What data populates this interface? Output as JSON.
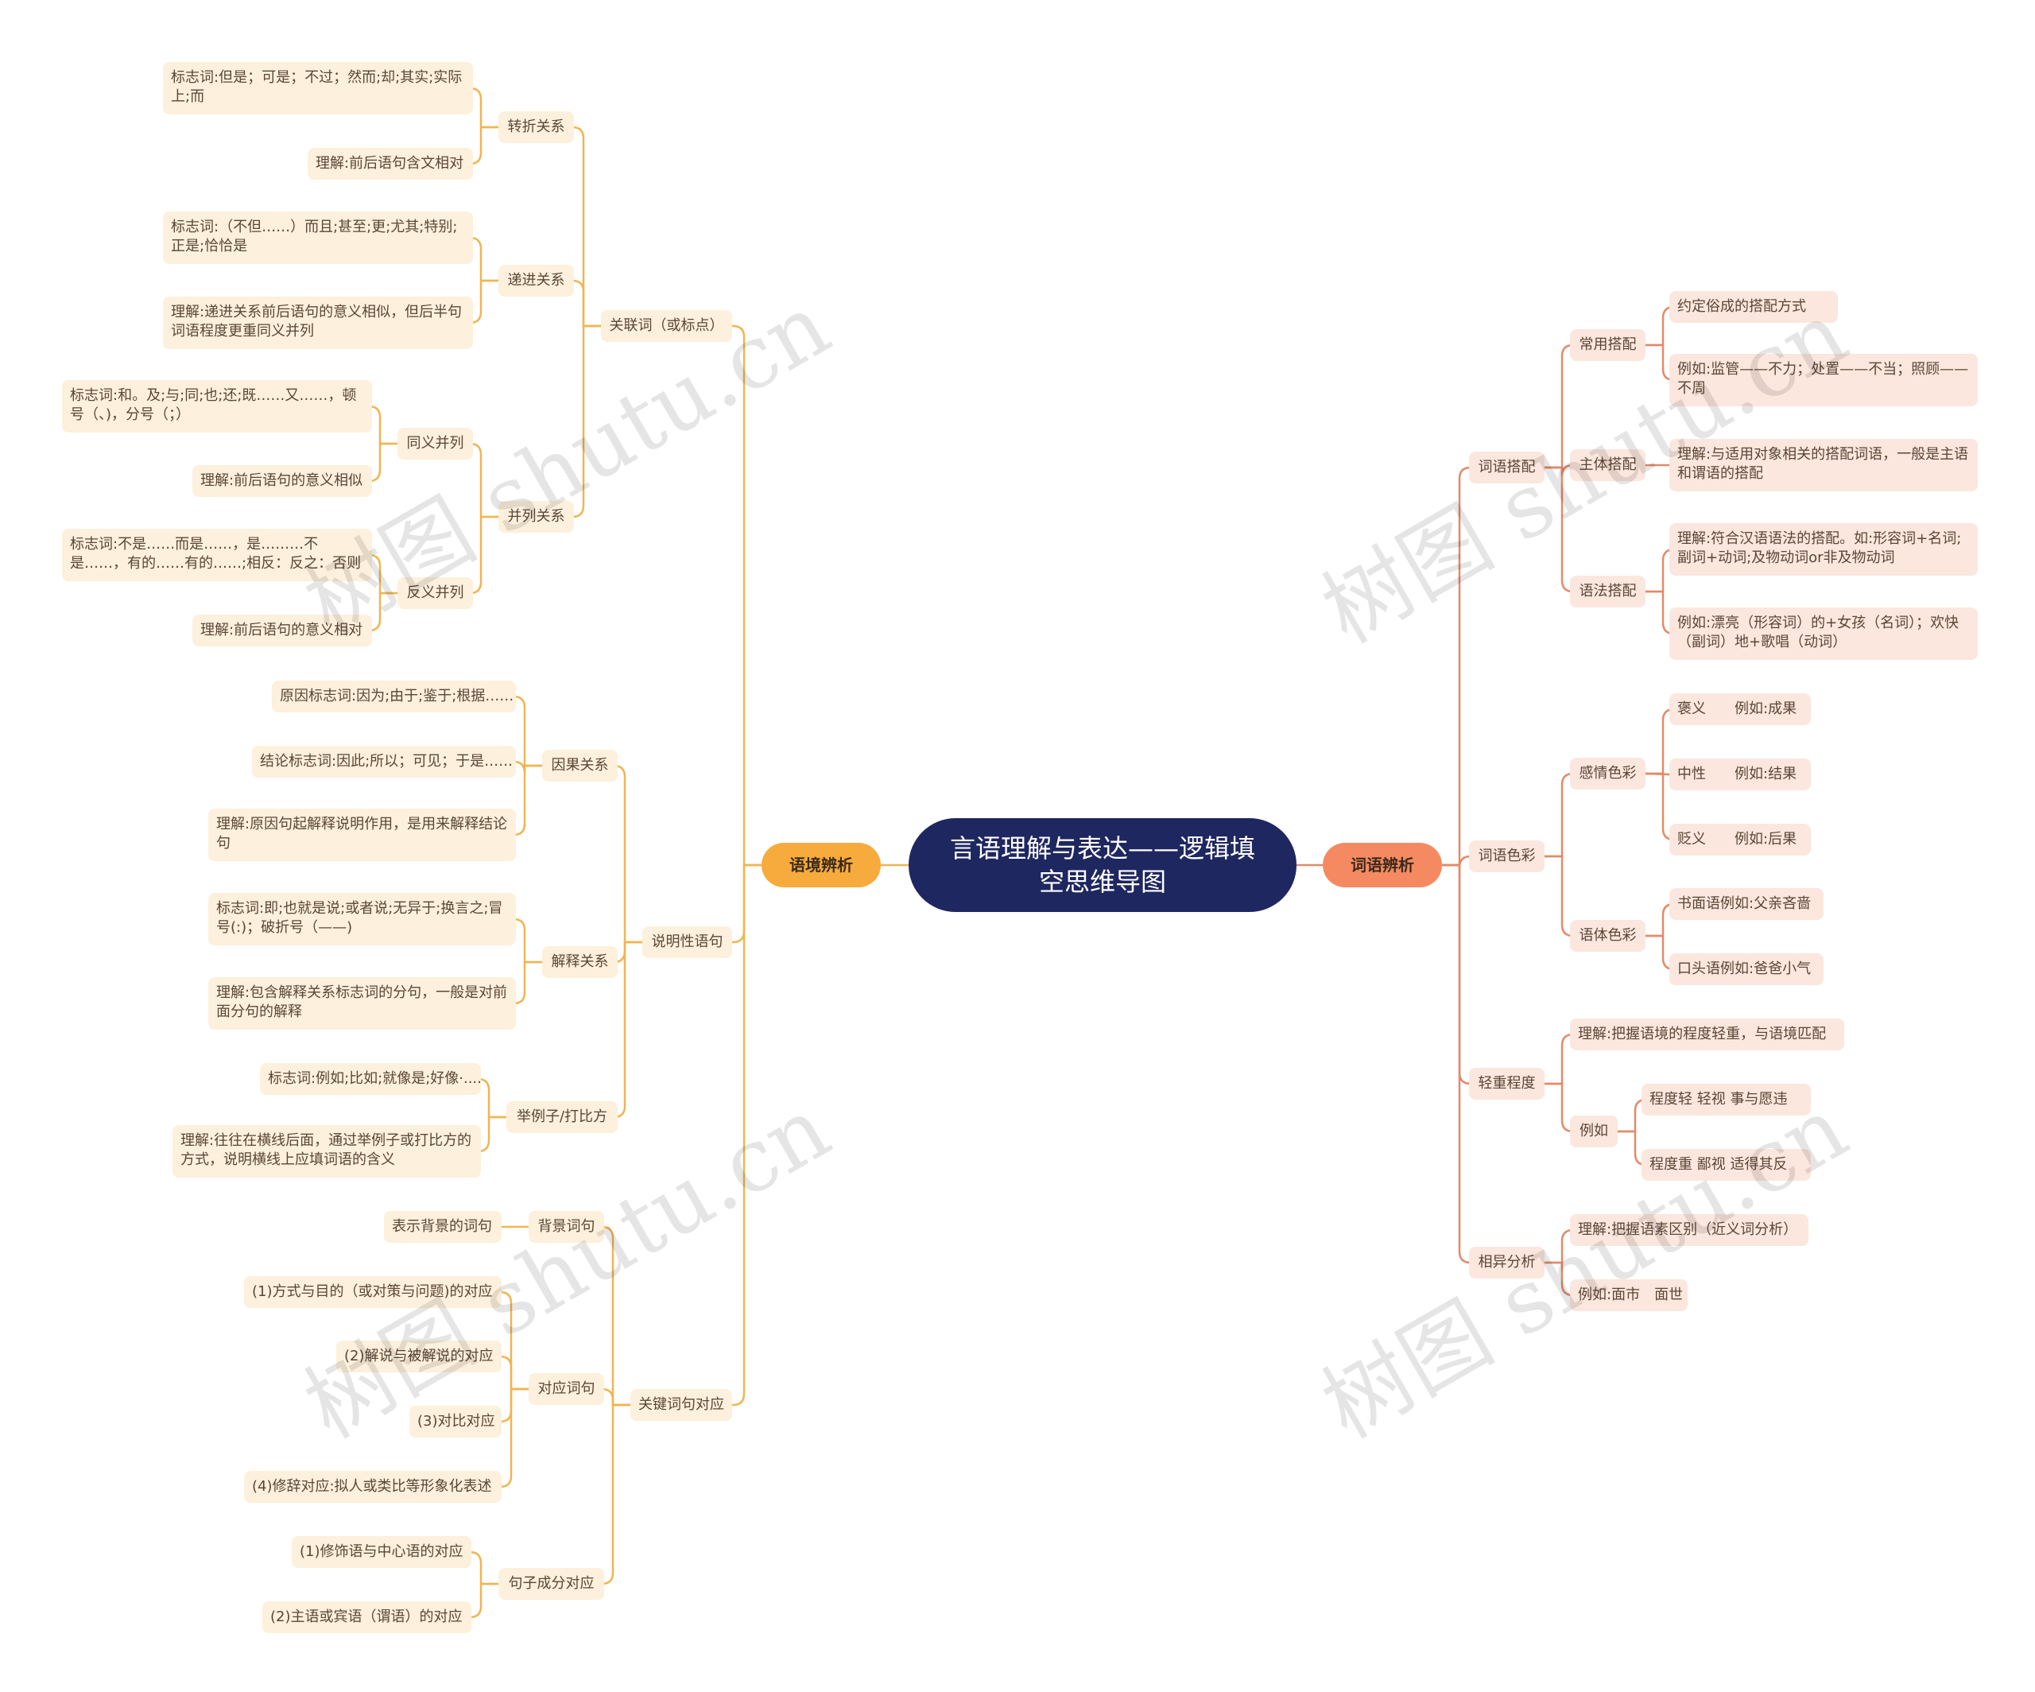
{
  "center": {
    "title": "言语理解与表达——逻辑填空思维导图"
  },
  "watermark": "树图 shutu.cn",
  "colors": {
    "left_line": "#f0b552",
    "right_line": "#e38a6a",
    "center_bg": "#1f2760"
  },
  "left": {
    "label": "语境辨析",
    "guanlianci": {
      "label": "关联词（或标点）",
      "zhuanzhe": {
        "label": "转折关系",
        "items": [
          "标志词:但是；可是；不过；然而;却;其实;实际上;而",
          "理解:前后语句含文相对"
        ]
      },
      "dijin": {
        "label": "递进关系",
        "items": [
          "标志词:（不但……）而且;甚至;更;尤其;特别;正是;恰恰是",
          "理解:递进关系前后语句的意义相似，但后半句词语程度更重同义并列"
        ]
      },
      "binglie": {
        "label": "并列关系",
        "tongyi": {
          "label": "同义并列",
          "items": [
            "标志词:和。及;与;同;也;还;既……又……，顿号（、)，分号（；）",
            "理解:前后语句的意义相似"
          ]
        },
        "fanyi": {
          "label": "反义并列",
          "items": [
            "标志词:不是……而是……，是………不是……，有的……有的……;相反：反之：否则",
            "理解:前后语句的意义相对"
          ]
        }
      }
    },
    "shuoming": {
      "label": "说明性语句",
      "yinguo": {
        "label": "因果关系",
        "items": [
          "原因标志词:因为;由于;鉴于;根据……",
          "结论标志词:因此;所以；可见；于是……",
          "理解:原因句起解释说明作用，是用来解释结论句"
        ]
      },
      "jieshi": {
        "label": "解释关系",
        "items": [
          "标志词:即;也就是说;或者说;无异于;换言之;冒号(:)；破折号（——)",
          "理解:包含解释关系标志词的分句，一般是对前面分句的解释"
        ]
      },
      "juli": {
        "label": "举例子/打比方",
        "items": [
          "标志词:例如;比如;就像是;好像·....",
          "理解:往往在横线后面，通过举例子或打比方的方式，说明横线上应填词语的含义"
        ]
      }
    },
    "guanjian": {
      "label": "关键词句对应",
      "beijing": {
        "label": "背景词句",
        "items": [
          "表示背景的词句"
        ]
      },
      "duiying": {
        "label": "对应词句",
        "items": [
          "(1)方式与目的（或对策与问题)的对应",
          "(2)解说与被解说的对应",
          "(3)对比对应",
          "(4)修辞对应:拟人或类比等形象化表述"
        ]
      },
      "juzi": {
        "label": "句子成分对应",
        "items": [
          "(1)修饰语与中心语的对应",
          "(2)主语或宾语（谓语）的对应"
        ]
      }
    }
  },
  "right": {
    "label": "词语辨析",
    "dapei": {
      "label": "词语搭配",
      "changyong": {
        "label": "常用搭配",
        "items": [
          "约定俗成的搭配方式",
          "例如:监管——不力；处置——不当；照顾——不周"
        ]
      },
      "zhuti": {
        "label": "主体搭配",
        "items": [
          "理解:与适用对象相关的搭配词语，一般是主语和谓语的搭配"
        ]
      },
      "yufa": {
        "label": "语法搭配",
        "items": [
          "理解:符合汉语语法的搭配。如:形容词+名词;副词+动词;及物动词or非及物动词",
          "例如:漂亮（形容词）的+女孩（名词）；欢快（副词）地+歌唱（动词）"
        ]
      }
    },
    "secai": {
      "label": "词语色彩",
      "ganqing": {
        "label": "感情色彩",
        "items": [
          "褒义　　例如:成果",
          "中性　　例如:结果",
          "贬义　　例如:后果"
        ]
      },
      "yuti": {
        "label": "语体色彩",
        "items": [
          "书面语例如:父亲吝啬",
          "口头语例如:爸爸小气"
        ]
      }
    },
    "qingzhong": {
      "label": "轻重程度",
      "lijie": "理解:把握语境的程度轻重，与语境匹配",
      "liru": {
        "label": "例如",
        "items": [
          "程度轻  轻视  事与愿违",
          "程度重  鄙视  适得其反"
        ]
      }
    },
    "xiangyi": {
      "label": "相异分析",
      "items": [
        "理解:把握语素区别（近义词分析）",
        "例如:面市　面世"
      ]
    }
  }
}
